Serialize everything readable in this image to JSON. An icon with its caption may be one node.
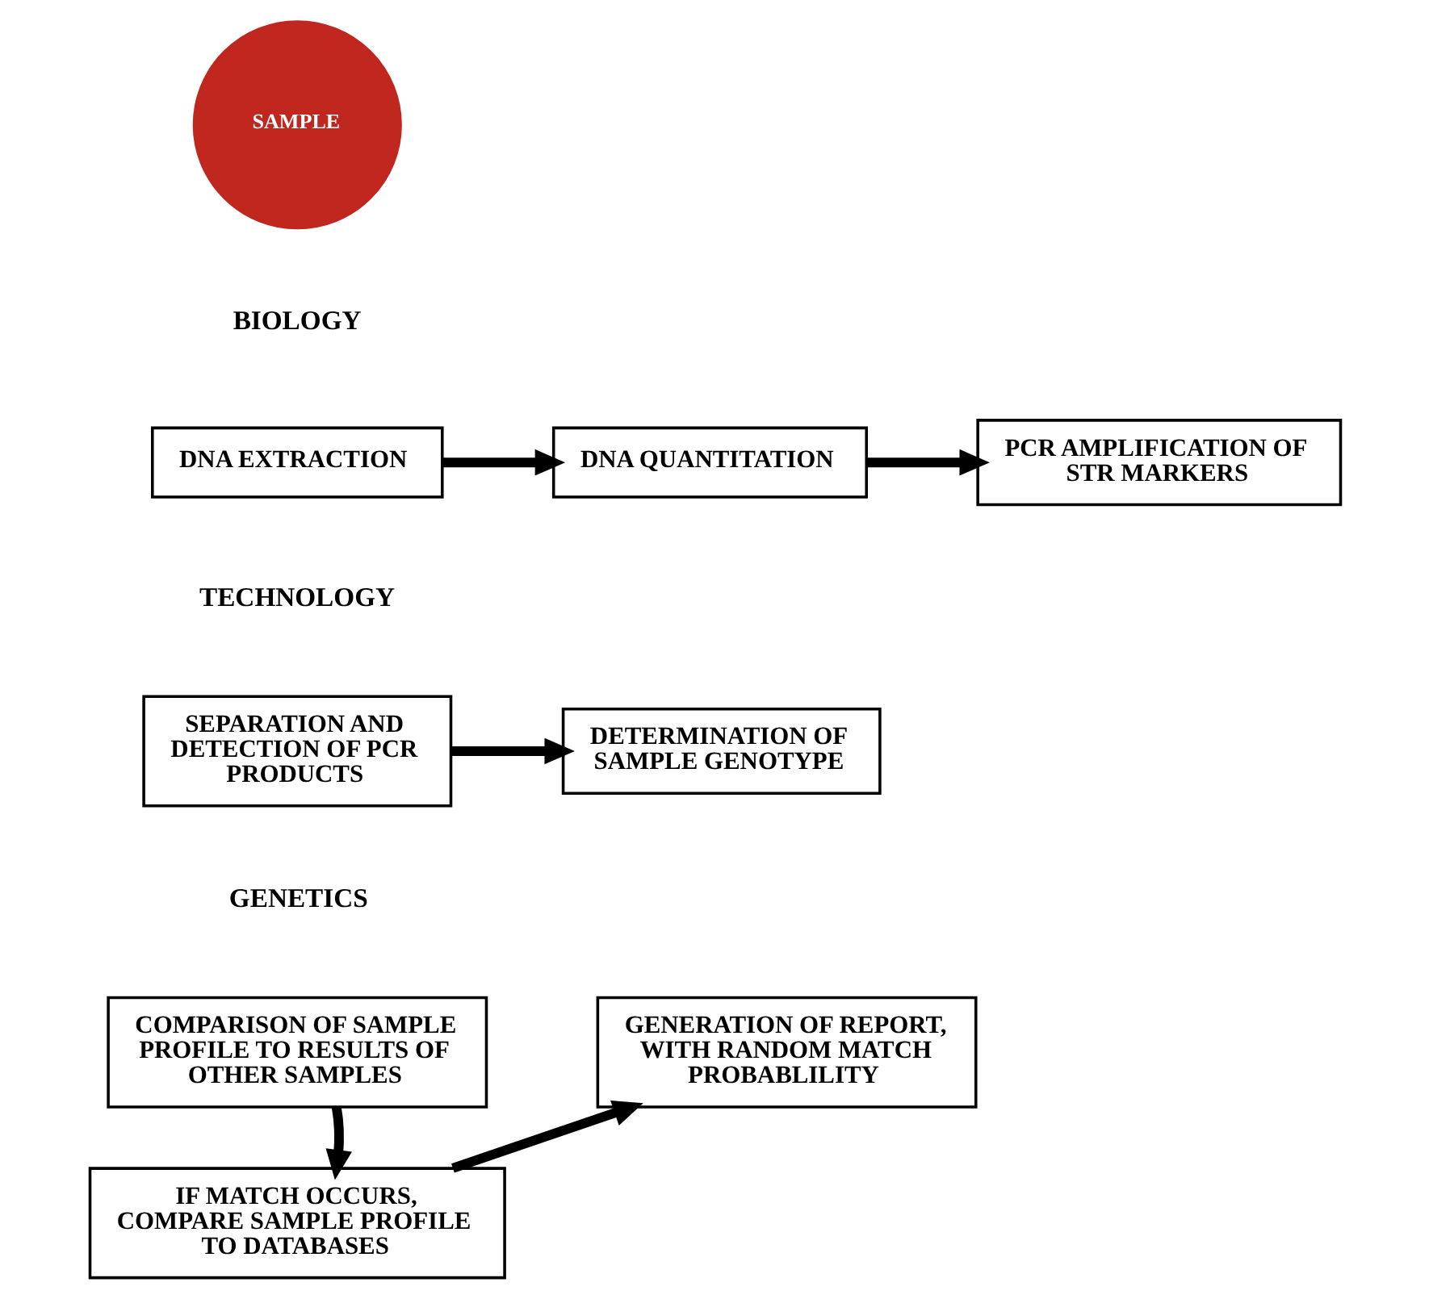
{
  "diagram": {
    "nodes": [
      {
        "text": [
          "SAMPLE"
        ]
      },
      {
        "text": [
          "DNA EXTRACTION"
        ]
      },
      {
        "text": [
          "DNA QUANTITATION"
        ]
      },
      {
        "text": [
          "PCR AMPLIFICATION OF STR MARKERS"
        ]
      },
      {
        "text": [
          "SEPARATION AND DETECTION OF PCR PRODUCTS"
        ]
      },
      {
        "text": [
          "DETERMINATION OF SAMPLE GENOTYPE"
        ]
      },
      {
        "text": [
          "COMPARISON OF SAMPLE PROFILE TO RESULTS OF OTHER SAMPLES"
        ]
      },
      {
        "text": [
          "IF MATCH OCCURS, COMPARE SAMPLE PROFILE TO DATABASES"
        ]
      },
      {
        "text": [
          "GENERATION OF REPORT, WITH RANDOM MATCH PROBABLILITY"
        ]
      }
    ],
    "edges": [
      {
        "from": 1,
        "to": 2,
        "arrow": "to"
      },
      {
        "from": 2,
        "to": 3,
        "arrow": "to"
      },
      {
        "from": 4,
        "to": 5,
        "arrow": "to"
      },
      {
        "from": 6,
        "to": 7,
        "arrow": "to"
      },
      {
        "from": 7,
        "to": 8,
        "arrow": "to"
      }
    ],
    "labels": [
      "BIOLOGY",
      "TECHNOLOGY",
      "GENETICS"
    ]
  }
}
